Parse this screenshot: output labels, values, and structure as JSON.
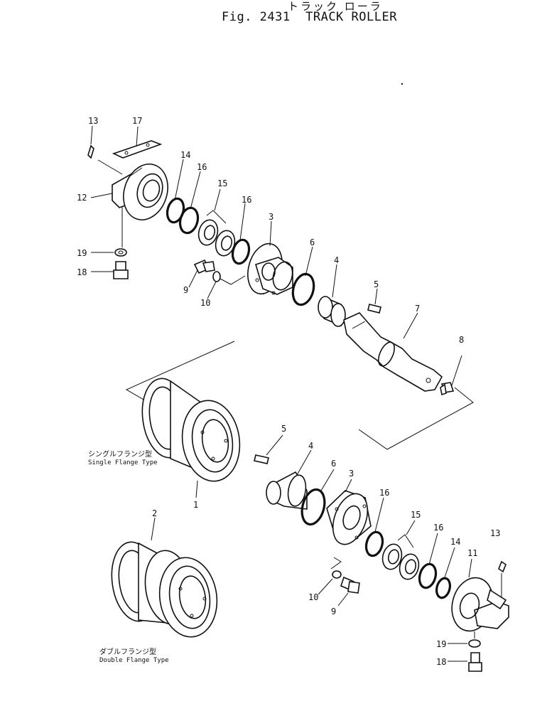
{
  "title": {
    "japanese": "トラック ローラ",
    "figure": "Fig. 2431",
    "english": "TRACK ROLLER"
  },
  "type_labels": {
    "single_jp": "シングルフランジ型",
    "single_en": "Single Flange Type",
    "double_jp": "ダブルフランジ型",
    "double_en": "Double Flange Type"
  },
  "callouts": {
    "c13a": "13",
    "c17": "17",
    "c14a": "14",
    "c16a": "16",
    "c15a": "15",
    "c16b": "16",
    "c12": "12",
    "c3a": "3",
    "c6a": "6",
    "c4a": "4",
    "c5a": "5",
    "c7": "7",
    "c8": "8",
    "c19a": "19",
    "c18a": "18",
    "c9a": "9",
    "c10a": "10",
    "c5b": "5",
    "c4b": "4",
    "c6b": "6",
    "c3b": "3",
    "c1": "1",
    "c2": "2",
    "c16c": "16",
    "c15b": "15",
    "c16d": "16",
    "c14b": "14",
    "c13b": "13",
    "c11": "11",
    "c10b": "10",
    "c9b": "9",
    "c19b": "19",
    "c18b": "18"
  }
}
